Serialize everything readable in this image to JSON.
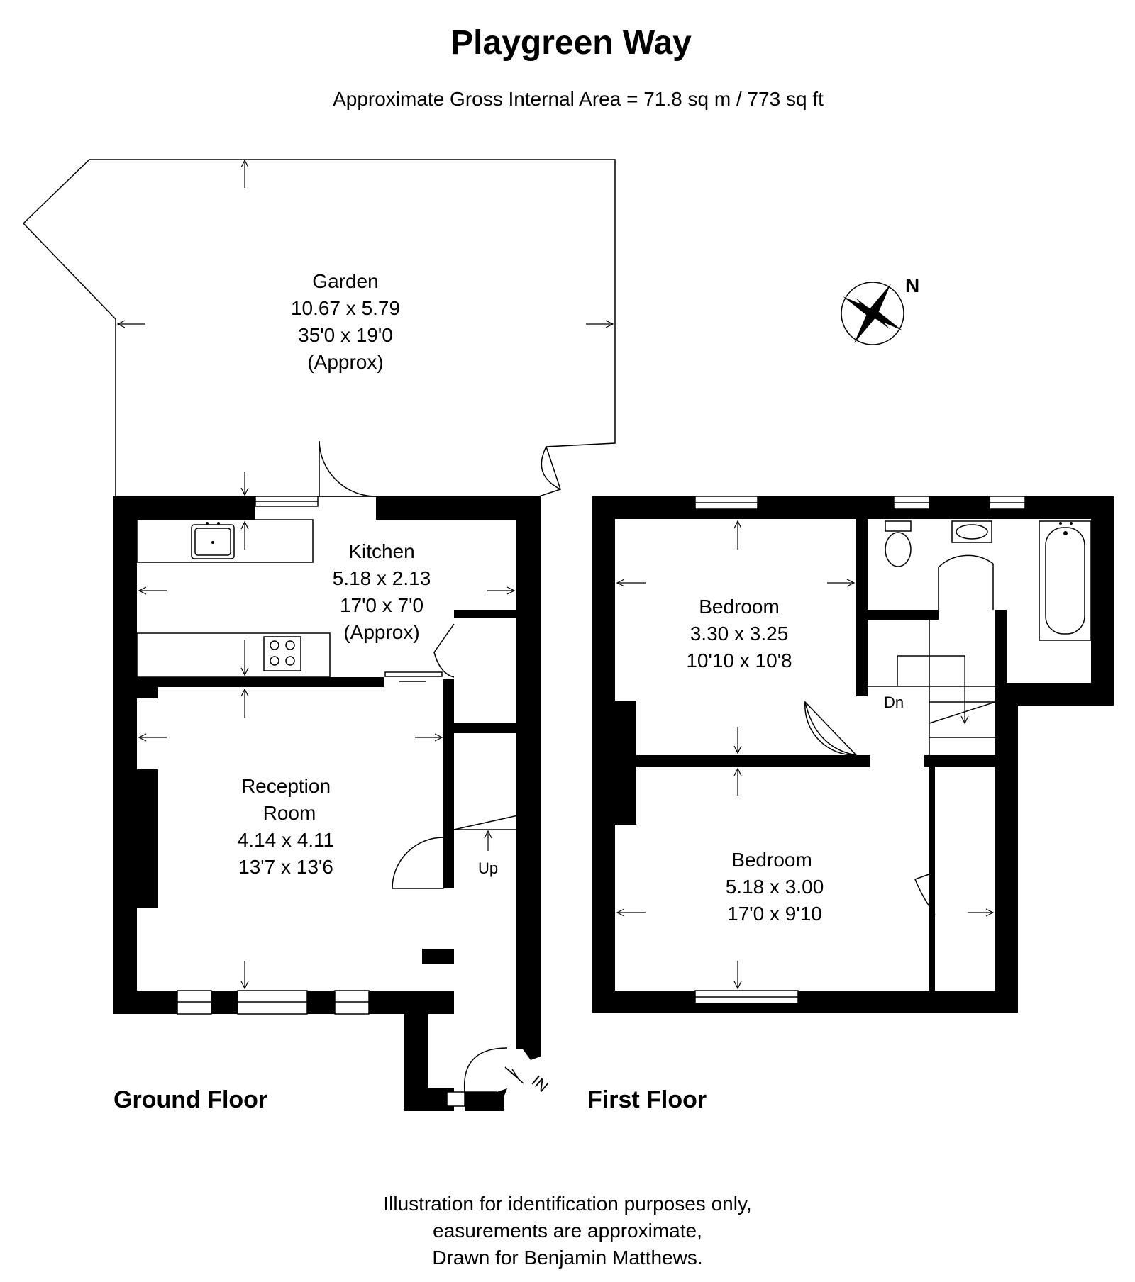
{
  "title": "Playgreen Way",
  "area": "Approximate Gross Internal Area = 71.8 sq m / 773 sq ft",
  "rooms": {
    "garden": {
      "name": "Garden",
      "metric": "10.67 x 5.79",
      "imperial": "35'0 x 19'0",
      "note": "(Approx)"
    },
    "kitchen": {
      "name": "Kitchen",
      "metric": "5.18 x 2.13",
      "imperial": "17'0 x 7'0",
      "note": "(Approx)"
    },
    "reception": {
      "name_line1": "Reception",
      "name_line2": "Room",
      "metric": "4.14 x 4.11",
      "imperial": "13'7 x 13'6"
    },
    "bedroom1": {
      "name": "Bedroom",
      "metric": "3.30 x 3.25",
      "imperial": "10'10 x 10'8"
    },
    "bedroom2": {
      "name": "Bedroom",
      "metric": "5.18 x 3.00",
      "imperial": "17'0 x 9'10"
    }
  },
  "stairs": {
    "up": "Up",
    "down": "Dn"
  },
  "entrance": "IN",
  "compass": "N",
  "floors": {
    "ground": "Ground Floor",
    "first": "First Floor"
  },
  "disclaimer": {
    "line1": "Illustration for identification purposes only,",
    "line2": "easurements are approximate,",
    "line3": "Drawn for Benjamin Matthews."
  },
  "colors": {
    "wall": "#000000",
    "background": "#ffffff"
  }
}
